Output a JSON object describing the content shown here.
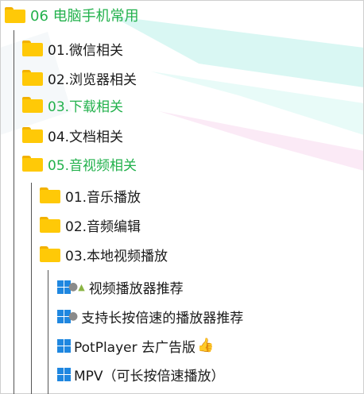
{
  "root": {
    "label": "06   电脑手机常用"
  },
  "level1": [
    {
      "label": "01.微信相关",
      "highlight": false
    },
    {
      "label": "02.浏览器相关",
      "highlight": false
    },
    {
      "label": "03.下载相关",
      "highlight": true
    },
    {
      "label": "04.文档相关",
      "highlight": false
    },
    {
      "label": "05.音视频相关",
      "highlight": true
    }
  ],
  "level2": [
    {
      "label": "01.音乐播放"
    },
    {
      "label": "02.音频编辑"
    },
    {
      "label": "03.本地视频播放"
    }
  ],
  "level3": [
    {
      "label": "视频播放器推荐",
      "icons": [
        "windows-icon",
        "apple-icon",
        "android-icon"
      ]
    },
    {
      "label": "支持长按倍速的播放器推荐",
      "icons": [
        "windows-icon",
        "apple-icon"
      ]
    },
    {
      "label": "PotPlayer 去广告版",
      "icons": [
        "windows-icon"
      ],
      "suffix_icon": "thumbs-up-icon"
    },
    {
      "label": "MPV（可长按倍速播放）",
      "icons": [
        "windows-icon"
      ]
    }
  ],
  "colors": {
    "folder": "#ffc907",
    "highlight": "#22b14c",
    "windows": "#1f87e0"
  }
}
